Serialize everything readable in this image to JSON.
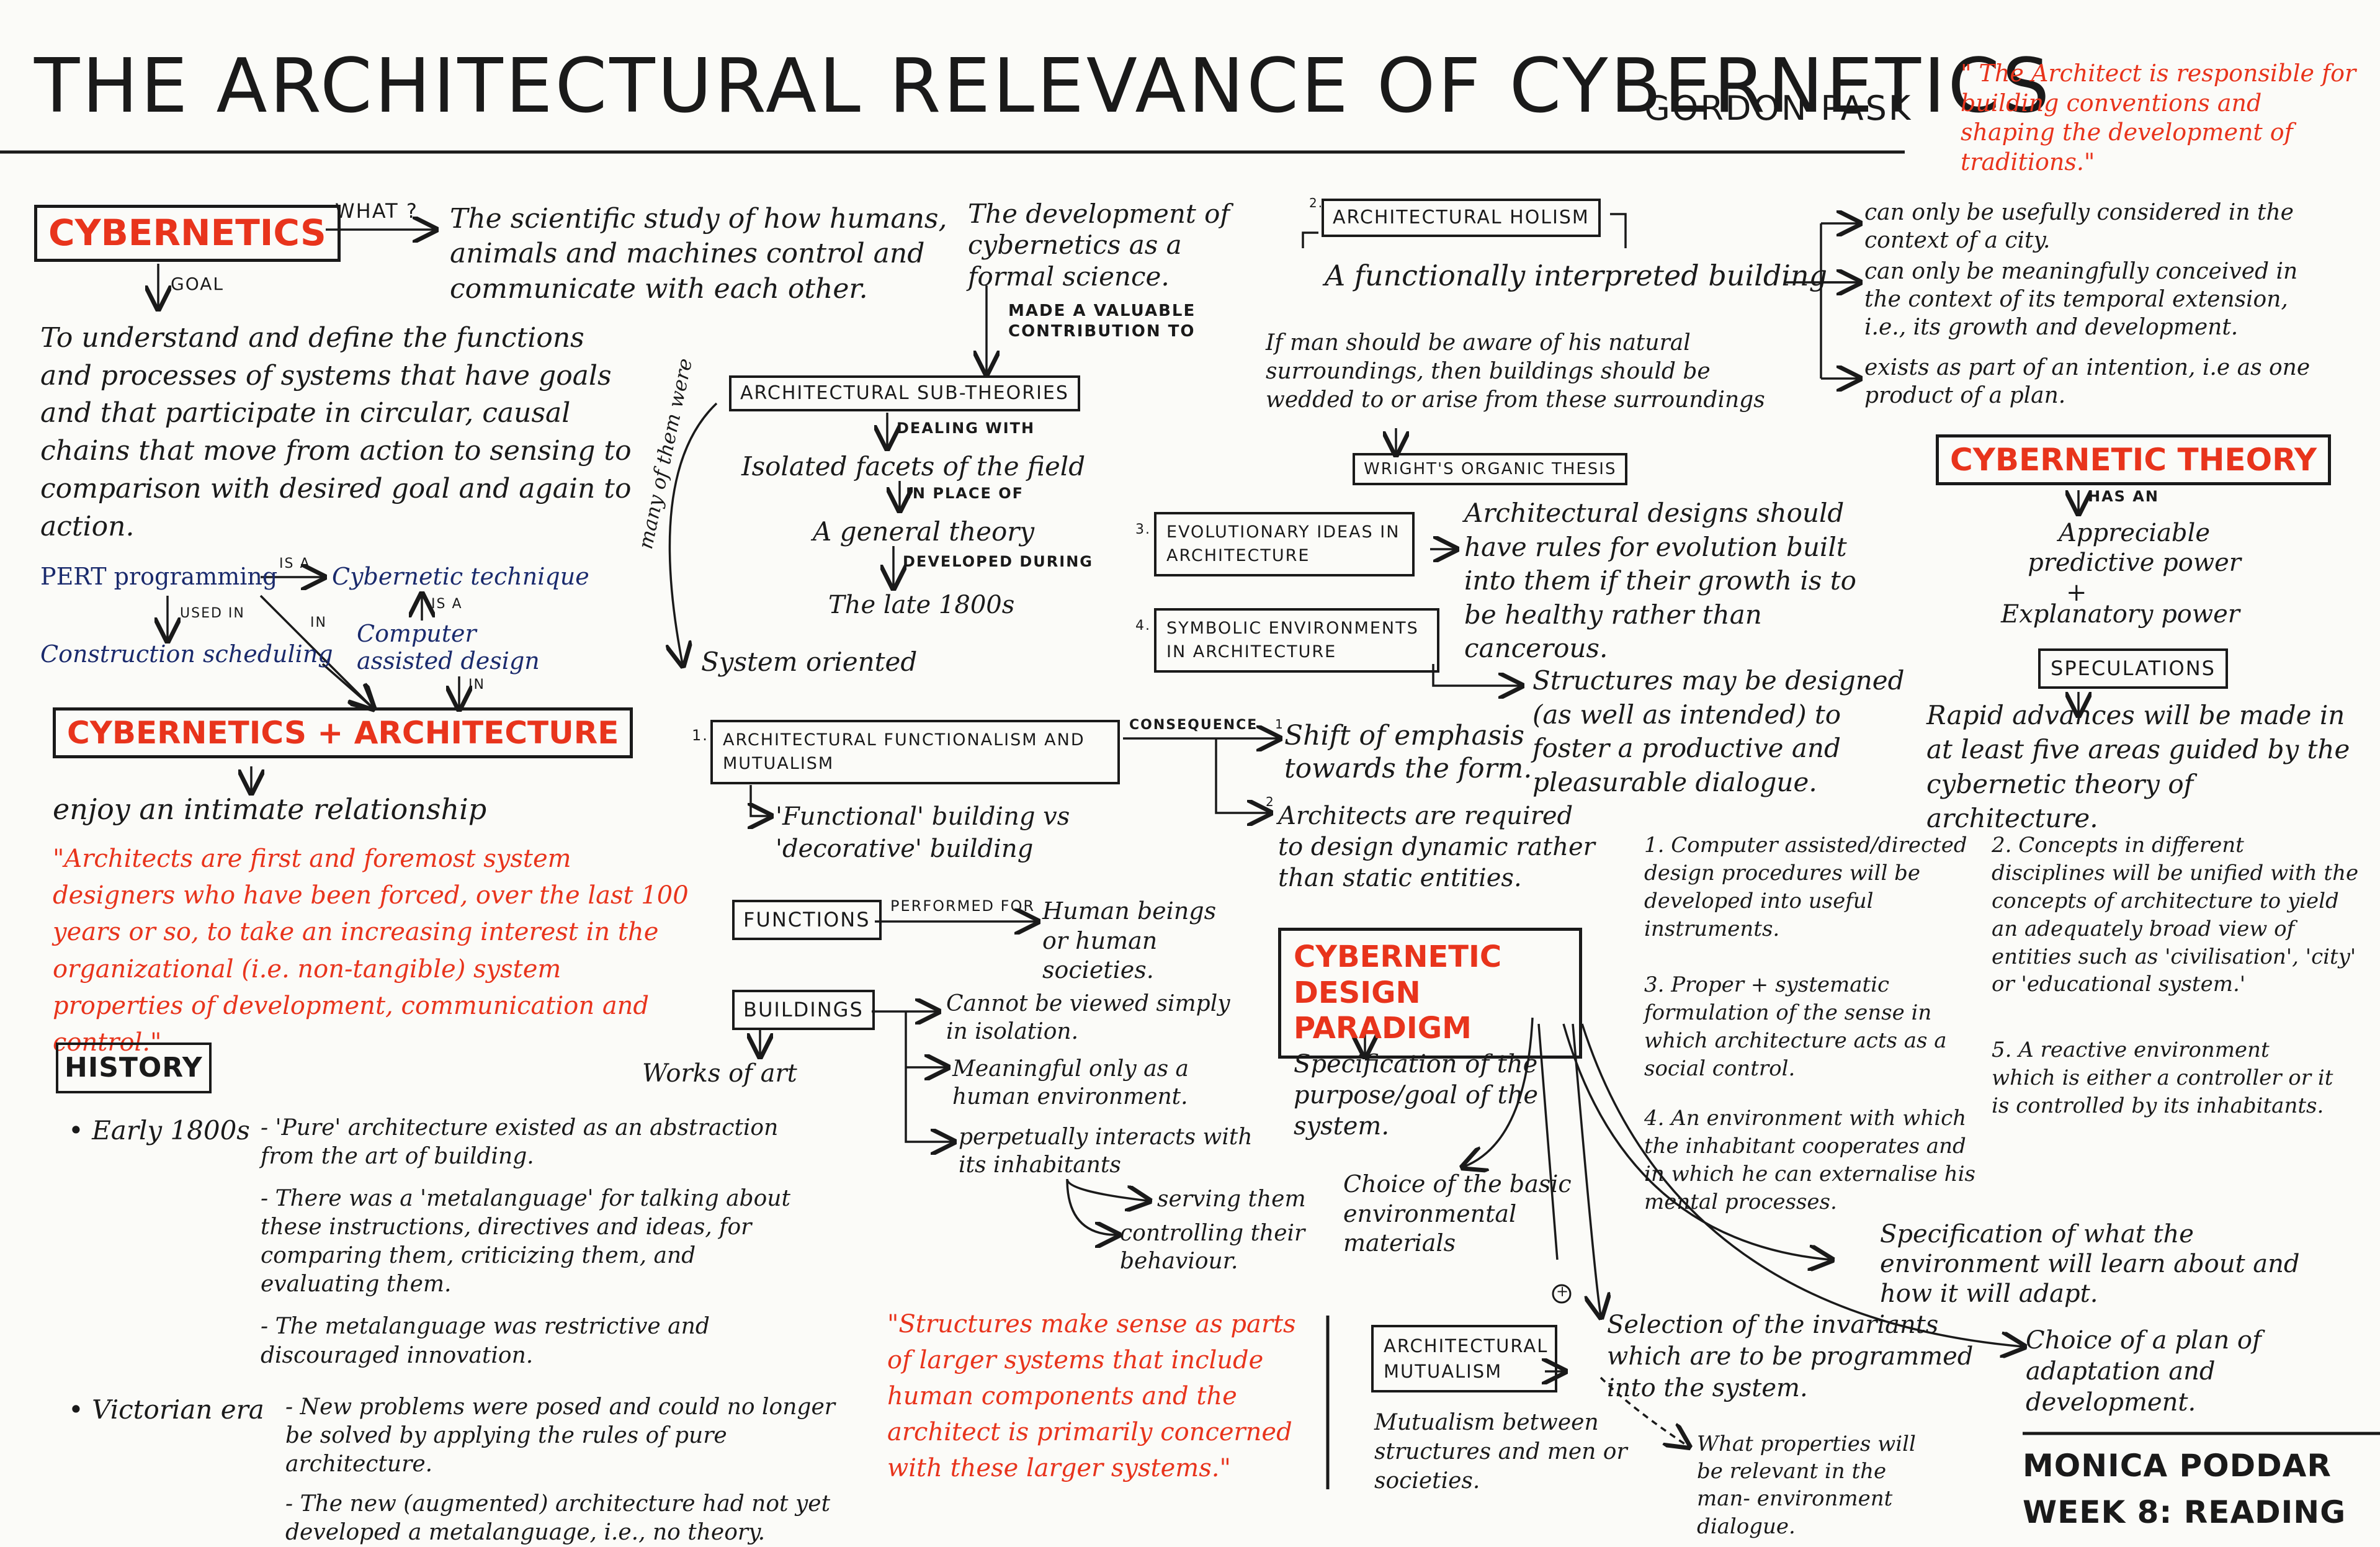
{
  "header": {
    "title": "THE ARCHITECTURAL RELEVANCE OF CYBERNETICS",
    "author": "GORDON PASK",
    "quote": "\" The Architect is responsible for building conventions and shaping the development of traditions.\""
  },
  "cybernetics": {
    "box": "CYBERNETICS",
    "what_label": "WHAT ?",
    "definition": "The scientific study of how humans, animals and machines control and communicate with each other.",
    "goal_label": "GOAL",
    "goal_text": "To understand and define the functions and processes of systems that have goals and that participate in circular, causal chains that move from action to sensing to comparison with desired goal and again to action.",
    "pert": "PERT programming",
    "is_a": "IS A",
    "cyber_technique": "Cybernetic technique",
    "used_in": "USED IN",
    "is_a2": "IS A",
    "in_label": "IN",
    "construction": "Construction scheduling",
    "cad": "Computer assisted design",
    "in_label2": "IN"
  },
  "cyber_arch": {
    "box": "CYBERNETICS + ARCHITECTURE",
    "relation": "enjoy an intimate relationship",
    "quote": "\"Architects are first and foremost system designers who have been forced, over the last 100 years or so, to take an increasing interest in the organizational (i.e. non-tangible) system properties of development, communication and control.\""
  },
  "history": {
    "box": "HISTORY",
    "early_label": "• Early 1800s",
    "early_items": [
      "- 'Pure' architecture existed as an abstraction from the art of building.",
      "- There was a 'metalanguage' for talking about these instructions, directives and ideas, for comparing them, criticizing them, and evaluating them.",
      "- The metalanguage was restrictive and discouraged innovation."
    ],
    "victorian_label": "• Victorian era",
    "victorian_items": [
      "- New problems were posed and could no longer be solved by applying the rules of pure architecture.",
      "- The new (augmented) architecture had not yet developed a metalanguage, i.e., no theory."
    ]
  },
  "subtheories": {
    "development": "The development of cybernetics as a formal science.",
    "made_contribution": "MADE A VALUABLE CONTRIBUTION TO",
    "box": "ARCHITECTURAL SUB-THEORIES",
    "dealing_with": "DEALING WITH",
    "isolated": "Isolated facets of the field",
    "in_place_of": "IN PLACE OF",
    "general_theory": "A general theory",
    "developed_during": "DEVELOPED DURING",
    "late_1800s": "The late 1800s",
    "many": "many of them were",
    "system_oriented": "System oriented"
  },
  "functionalism": {
    "num": "1.",
    "box": "ARCHITECTURAL FUNCTIONALISM AND MUTUALISM",
    "consequence": "CONSEQUENCE",
    "functional_vs": "'Functional' building vs 'decorative' building",
    "c1_num": "1",
    "c1": "Shift of emphasis towards the form.",
    "c2_num": "2",
    "c2": "Architects are required to design dynamic rather than static entities."
  },
  "functions": {
    "box": "FUNCTIONS",
    "performed_for": "PERFORMED FOR",
    "target": "Human beings or human societies."
  },
  "buildings": {
    "box": "BUILDINGS",
    "works": "Works of art",
    "b1": "Cannot be viewed simply in isolation.",
    "b2": "Meaningful only as a human environment.",
    "b3": "perpetually interacts with its inhabitants",
    "serving": "serving them",
    "controlling": "controlling their behaviour."
  },
  "quote2": "\"Structures make sense as parts of larger systems that include human components and the architect is primarily concerned with these larger systems.\"",
  "holism": {
    "num": "2.",
    "box": "ARCHITECTURAL HOLISM",
    "interpreted": "A functionally interpreted building",
    "h1": "can only be usefully considered in the context of a city.",
    "h2": "can only be meaningfully conceived in the context of its temporal extension, i.e., its growth and development.",
    "h3": "exists as part of an intention, i.e as one product of a plan.",
    "aware": "If man should be aware of his natural surroundings, then buildings should be wedded to or arise from these surroundings",
    "wright": "WRIGHT'S ORGANIC THESIS"
  },
  "evolutionary": {
    "num": "3.",
    "box": "EVOLUTIONARY IDEAS IN ARCHITECTURE",
    "text": "Architectural designs should have rules for evolution built into them if their growth is to be healthy rather than cancerous."
  },
  "symbolic": {
    "num": "4.",
    "box": "SYMBOLIC ENVIRONMENTS IN ARCHITECTURE",
    "text": "Structures may be designed (as well as intended) to foster a productive and pleasurable dialogue."
  },
  "theory": {
    "box": "CYBERNETIC THEORY",
    "has_an": "HAS AN",
    "predictive": "Appreciable predictive power",
    "plus": "+",
    "explanatory": "Explanatory power",
    "spec_box": "SPECULATIONS",
    "spec_text": "Rapid advances will be made in at least five areas guided by the cybernetic theory of architecture.",
    "s1": "1. Computer assisted/directed design procedures will be developed into useful instruments.",
    "s2": "2. Concepts in different disciplines will be unified with the concepts of architecture to yield an adequately broad view of entities such as 'civilisation', 'city' or 'educational system.'",
    "s3": "3. Proper + systematic formulation of the sense in which architecture acts as a social control.",
    "s4": "4. An environment with which the inhabitant cooperates and in which he can externalise his mental processes.",
    "s5": "5. A reactive environment which is either a controller or it is controlled by its inhabitants."
  },
  "paradigm": {
    "box": "CYBERNETIC DESIGN PARADIGM",
    "spec_purpose": "Specification of the purpose/goal of the system.",
    "choice_materials": "Choice of the basic environmental materials",
    "spec_env": "Specification of what the environment will learn about and how it will adapt.",
    "invariants": "Selection of the invariants which are to be programmed into the system.",
    "choice_plan": "Choice of a plan of adaptation and development.",
    "plus_circle": "+",
    "properties": "What properties will be relevant in the man- environment dialogue."
  },
  "mutualism": {
    "box": "ARCHITECTURAL MUTUALISM",
    "text": "Mutualism between structures and men or societies."
  },
  "footer": {
    "name": "MONICA PODDAR",
    "week": "WEEK 8: READING"
  }
}
